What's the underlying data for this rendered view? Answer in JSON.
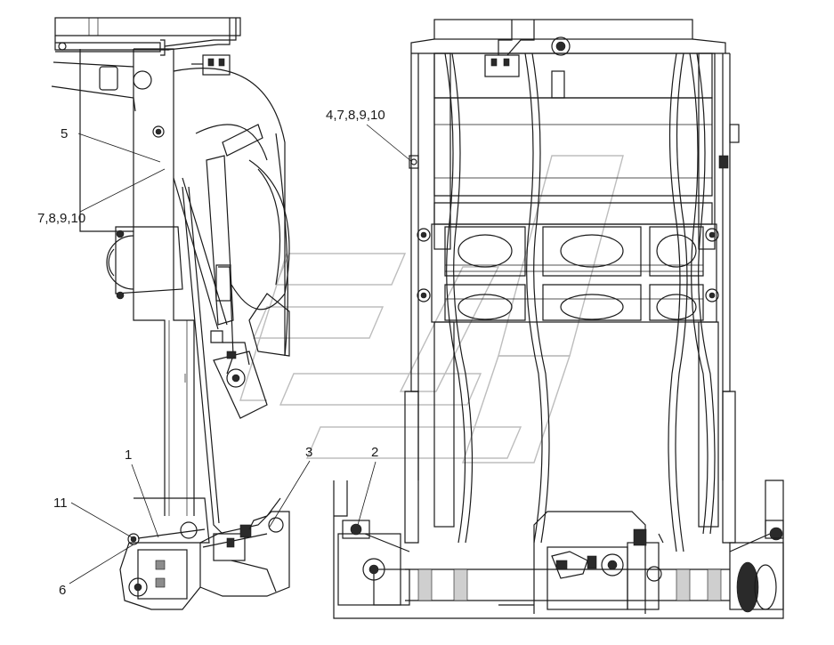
{
  "callouts": [
    {
      "id": "c5",
      "label": "5"
    },
    {
      "id": "c7_8_9_10",
      "label": "7,8,9,10"
    },
    {
      "id": "c4_7_8_9_10",
      "label": "4,7,8,9,10"
    },
    {
      "id": "c1",
      "label": "1"
    },
    {
      "id": "c11",
      "label": "11"
    },
    {
      "id": "c6",
      "label": "6"
    },
    {
      "id": "c3",
      "label": "3"
    },
    {
      "id": "c2",
      "label": "2"
    }
  ],
  "colors": {
    "line": "#1a1a1a",
    "watermark": "#bdbdbd",
    "background": "#ffffff"
  }
}
